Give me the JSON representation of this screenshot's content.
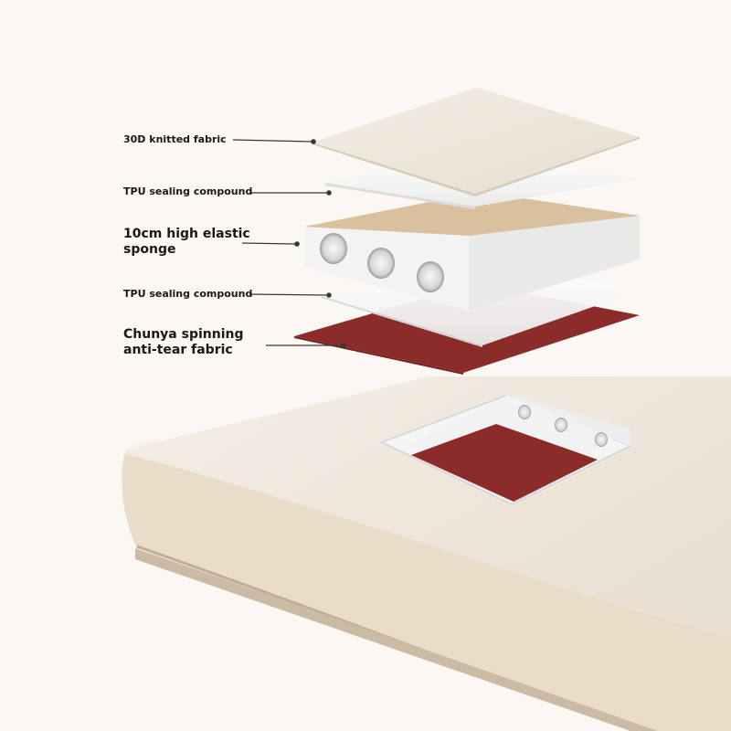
{
  "layers": {
    "knitted_fabric": "30D knitted fabric",
    "tpu_top": "TPU sealing compound",
    "sponge": [
      "10cm high elastic",
      "sponge"
    ],
    "tpu_bottom": "TPU sealing compound",
    "tear_fabric": [
      "Chunya spinning",
      "anti-tear fabric"
    ]
  },
  "colors": {
    "background": "#fbf7f3",
    "knitted_fabric": "#eee6da",
    "tpu": "#f6f6f6",
    "sponge_top": "#d9c09e",
    "sponge_side": "#f3f3f3",
    "tear_fabric": "#8b2c2b",
    "mattress_body": "#ede3d2"
  }
}
